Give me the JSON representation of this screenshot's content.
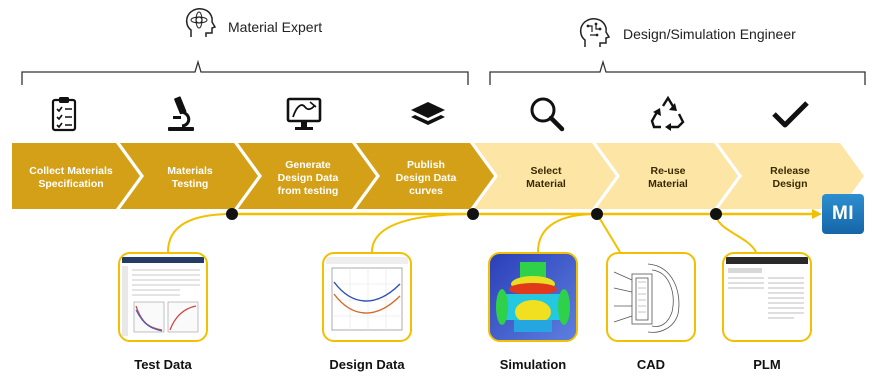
{
  "roles": {
    "material_expert": "Material Expert",
    "design_engineer": "Design/Simulation Engineer"
  },
  "steps": [
    {
      "label": "Collect Materials\nSpecification",
      "icon": "clipboard-checklist-icon"
    },
    {
      "label": "Materials\nTesting",
      "icon": "microscope-icon"
    },
    {
      "label": "Generate\nDesign Data\nfrom testing",
      "icon": "monitor-graph-icon"
    },
    {
      "label": "Publish\nDesign Data\ncurves",
      "icon": "layers-icon"
    },
    {
      "label": "Select\nMaterial",
      "icon": "magnifier-icon"
    },
    {
      "label": "Re-use\nMaterial",
      "icon": "recycle-icon"
    },
    {
      "label": "Release\nDesign",
      "icon": "checkmark-icon"
    }
  ],
  "outputs": [
    {
      "label": "Test Data"
    },
    {
      "label": "Design Data"
    },
    {
      "label": "Simulation"
    },
    {
      "label": "CAD"
    },
    {
      "label": "PLM"
    }
  ],
  "logo": {
    "text": "MI"
  },
  "colors": {
    "dark_step": "#d4a017",
    "light_step": "#fde5a6",
    "connector": "#f2c000",
    "bracket": "#333333"
  }
}
